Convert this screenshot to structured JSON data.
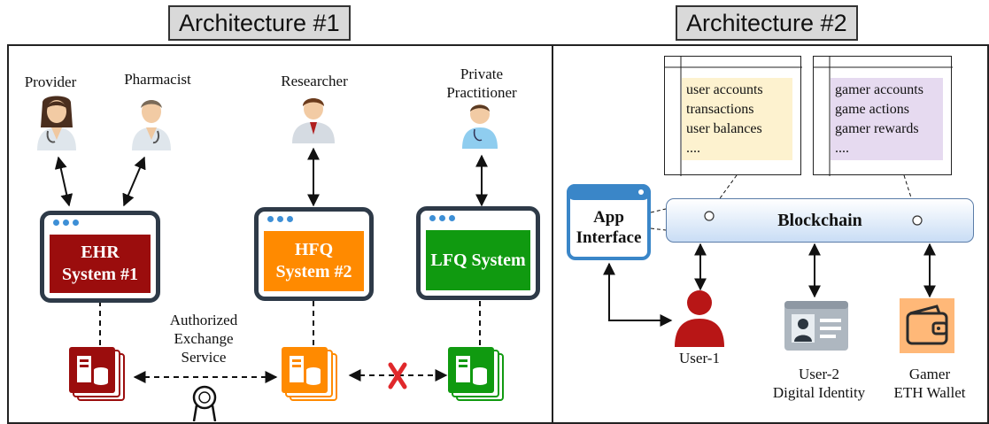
{
  "arch1": {
    "title": "Architecture #1",
    "actors": {
      "provider": "Provider",
      "pharmacist": "Pharmacist",
      "researcher": "Researcher",
      "practitioner_line1": "Private",
      "practitioner_line2": "Practitioner"
    },
    "systems": {
      "ehr_line1": "EHR",
      "ehr_line2": "System #1",
      "hfq_line1": "HFQ",
      "hfq_line2": "System #2",
      "lfq": "LFQ System"
    },
    "exchange": {
      "line1": "Authorized",
      "line2": "Exchange",
      "line3": "Service"
    },
    "colors": {
      "ehr": "#9b0d0d",
      "hfq": "#ff8a00",
      "lfq": "#109a10",
      "blocked": "#e0282b"
    }
  },
  "arch2": {
    "title": "Architecture #2",
    "panels": [
      {
        "items": [
          "user accounts",
          "transactions",
          "user balances",
          "...."
        ],
        "bg": "#fdf2cf"
      },
      {
        "items": [
          "gamer accounts",
          "game actions",
          "gamer rewards",
          "...."
        ],
        "bg": "#e6daf0"
      }
    ],
    "blockchain": "Blockchain",
    "app_line1": "App",
    "app_line2": "Interface",
    "user1": "User-1",
    "user2_line1": "User-2",
    "user2_line2": "Digital Identity",
    "gamer_line1": "Gamer",
    "gamer_line2": "ETH Wallet"
  }
}
